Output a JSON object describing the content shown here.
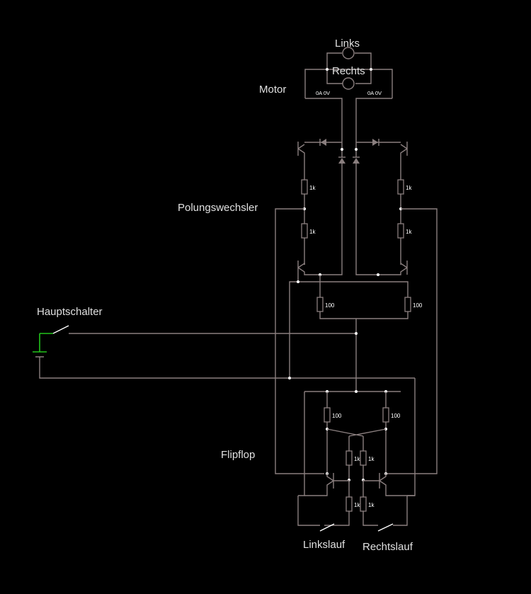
{
  "labels": {
    "links": "Links",
    "rechts": "Rechts",
    "motor": "Motor",
    "polungswechsler": "Polungswechsler",
    "hauptschalter": "Hauptschalter",
    "flipflop": "Flipflop",
    "linkslauf": "Linkslauf",
    "rechtslauf": "Rechtslauf"
  },
  "meters": {
    "left": "0A 0V",
    "right": "0A 0V"
  },
  "resistors": {
    "pol_left_top": "1k",
    "pol_left_bottom": "1k",
    "pol_right_top": "1k",
    "pol_right_bottom": "1k",
    "base_left": "100",
    "base_right": "100",
    "ff_left_col": "100",
    "ff_right_col": "100",
    "ff_cross_left": "1k",
    "ff_cross_right": "1k",
    "ff_in_left": "1k",
    "ff_in_right": "1k"
  },
  "colors": {
    "wire": "#8a7f7f",
    "powered_wire": "#22c41c",
    "background": "#000000"
  }
}
